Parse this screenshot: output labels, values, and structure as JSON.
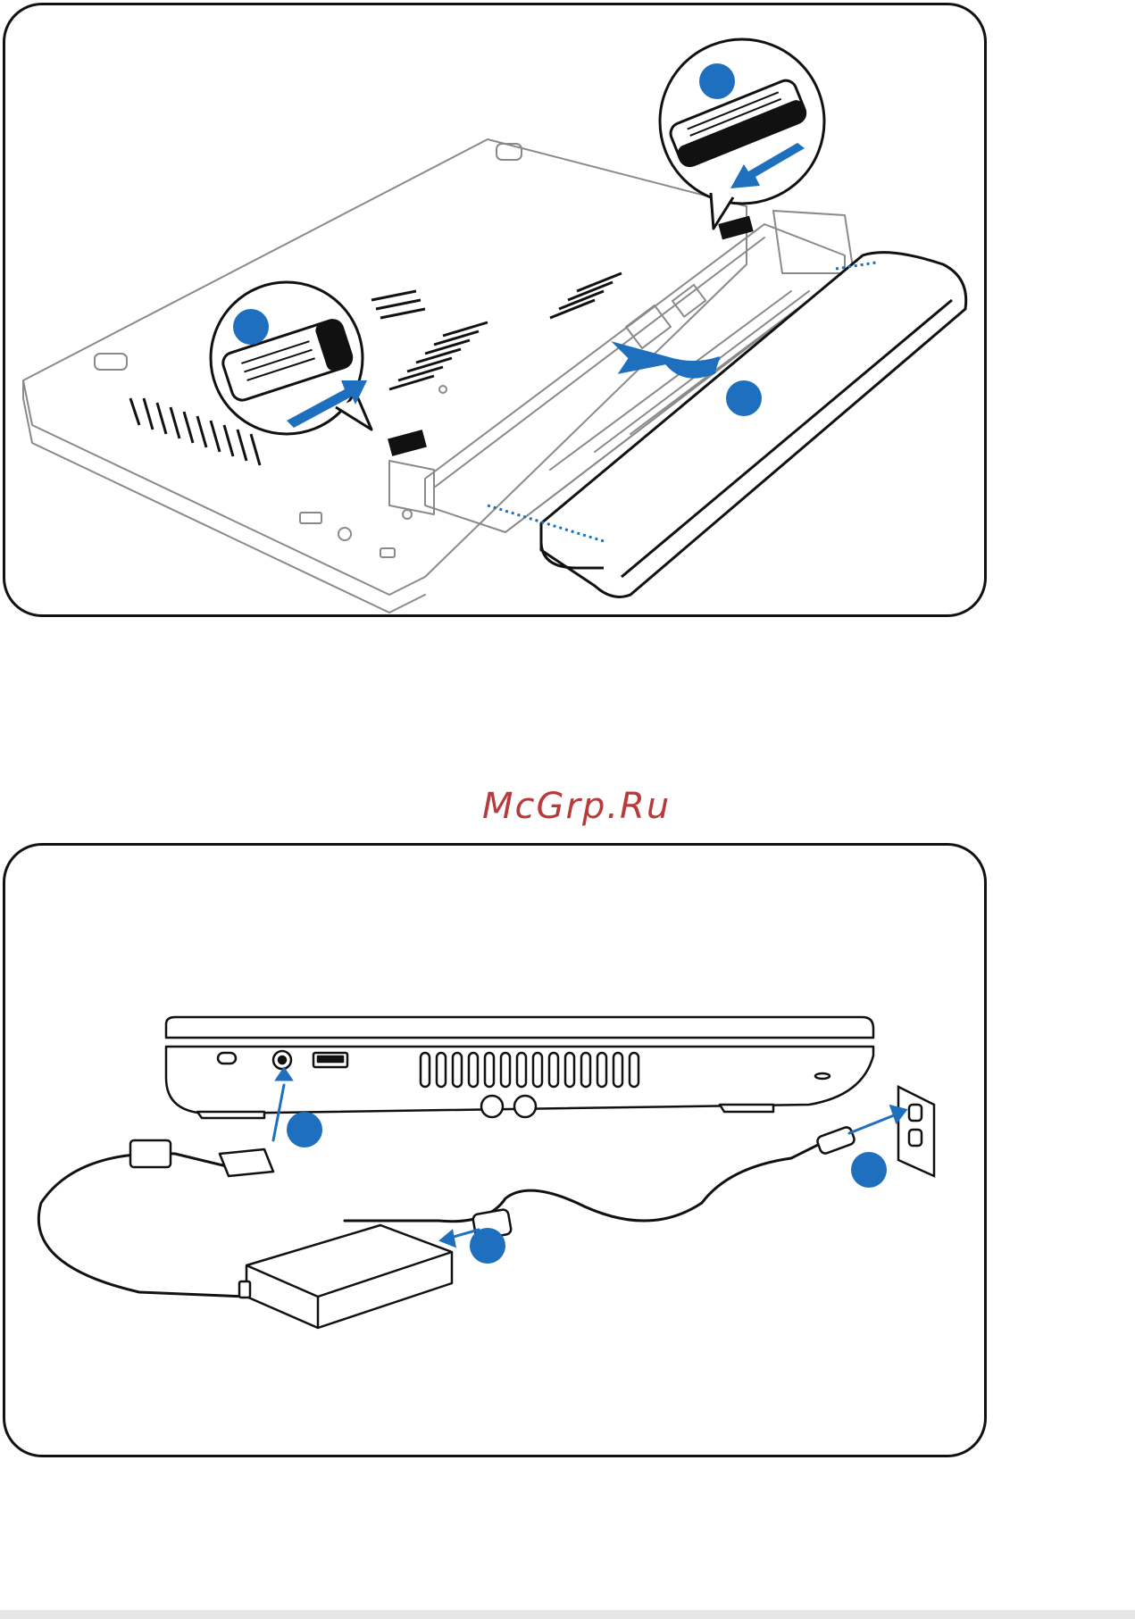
{
  "watermark": "McGrp.Ru",
  "colors": {
    "accent": "#1f6fbf",
    "line": "#8a8a8a",
    "outline": "#111111",
    "watermark": "#b83a3a"
  },
  "battery_figure": {
    "markers": [
      "marker-1",
      "marker-2",
      "marker-3"
    ],
    "icons": [
      "laptop-underside-icon",
      "battery-pack-icon",
      "latch-zoom-icon",
      "arrow-icon"
    ]
  },
  "power_figure": {
    "markers": [
      "marker-1",
      "marker-2",
      "marker-3"
    ],
    "icons": [
      "laptop-side-icon",
      "power-adapter-icon",
      "wall-outlet-icon",
      "arrow-icon"
    ]
  }
}
